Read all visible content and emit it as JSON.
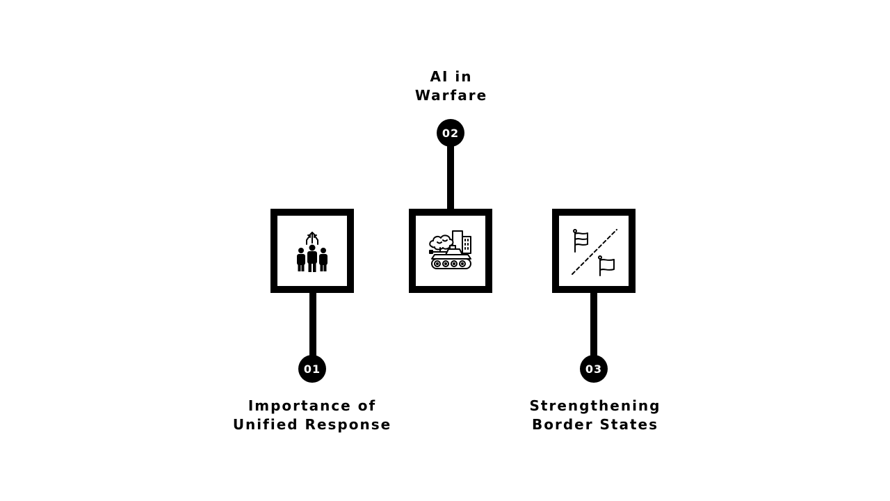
{
  "items": [
    {
      "number": "01",
      "label_lines": [
        "Importance of",
        "Unified Response"
      ],
      "icon": "people-growth-icon"
    },
    {
      "number": "02",
      "label_lines": [
        "AI in",
        "Warfare"
      ],
      "icon": "tank-city-icon"
    },
    {
      "number": "03",
      "label_lines": [
        "Strengthening",
        "Border States"
      ],
      "icon": "border-flags-icon"
    }
  ],
  "colors": {
    "foreground": "#000000",
    "background": "#ffffff"
  }
}
